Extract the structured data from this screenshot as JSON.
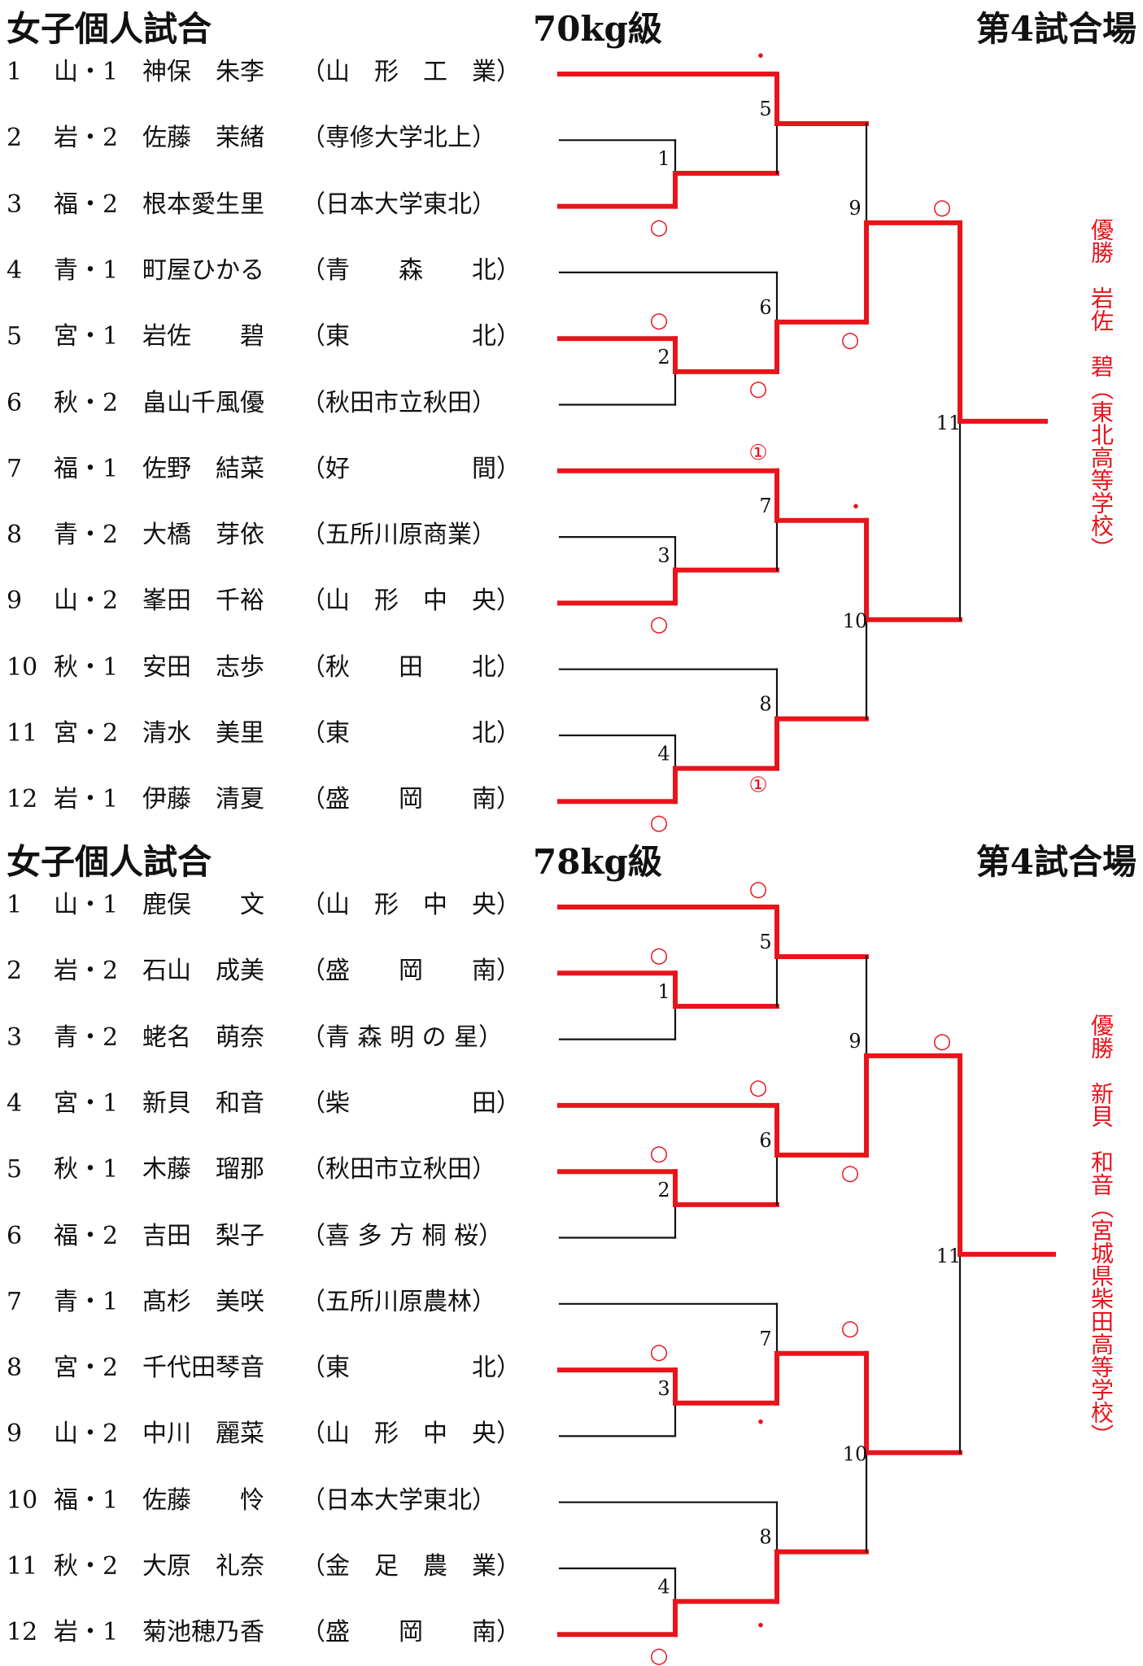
{
  "colors": {
    "winner": "#e8141b",
    "line": "#111111"
  },
  "sections": [
    {
      "title": "女子個人試合",
      "weight": "70kg級",
      "venue": "第4試合場",
      "players": [
        {
          "num": "1",
          "pref": "山・1",
          "name": "神保　朱李",
          "school": "（山　形　工　業）"
        },
        {
          "num": "2",
          "pref": "岩・2",
          "name": "佐藤　茉緒",
          "school": "（専修大学北上）"
        },
        {
          "num": "3",
          "pref": "福・2",
          "name": "根本愛生里",
          "school": "（日本大学東北）"
        },
        {
          "num": "4",
          "pref": "青・1",
          "name": "町屋ひかる",
          "school": "（青　　森　　北）"
        },
        {
          "num": "5",
          "pref": "宮・1",
          "name": "岩佐　　碧",
          "school": "（東　　　　　北）"
        },
        {
          "num": "6",
          "pref": "秋・2",
          "name": "畠山千風優",
          "school": "（秋田市立秋田）"
        },
        {
          "num": "7",
          "pref": "福・1",
          "name": "佐野　結菜",
          "school": "（好　　　　　間）"
        },
        {
          "num": "8",
          "pref": "青・2",
          "name": "大橋　芽依",
          "school": "（五所川原商業）"
        },
        {
          "num": "9",
          "pref": "山・2",
          "name": "峯田　千裕",
          "school": "（山　形　中　央）"
        },
        {
          "num": "10",
          "pref": "秋・1",
          "name": "安田　志歩",
          "school": "（秋　　田　　北）"
        },
        {
          "num": "11",
          "pref": "宮・2",
          "name": "清水　美里",
          "school": "（東　　　　　北）"
        },
        {
          "num": "12",
          "pref": "岩・1",
          "name": "伊藤　清夏",
          "school": "（盛　　岡　　南）"
        }
      ],
      "champion": "優勝　岩佐　碧（東北高等学校）",
      "match_numbers": [
        "1",
        "2",
        "3",
        "4",
        "5",
        "6",
        "7",
        "8",
        "9",
        "10",
        "11"
      ],
      "marks": [
        "○",
        "○",
        "○",
        "○",
        "○",
        "①",
        "○",
        "○",
        "○",
        "○",
        "①",
        "・",
        "・"
      ]
    },
    {
      "title": "女子個人試合",
      "weight": "78kg級",
      "venue": "第4試合場",
      "players": [
        {
          "num": "1",
          "pref": "山・1",
          "name": "鹿俣　　文",
          "school": "（山　形　中　央）"
        },
        {
          "num": "2",
          "pref": "岩・2",
          "name": "石山　成美",
          "school": "（盛　　岡　　南）"
        },
        {
          "num": "3",
          "pref": "青・2",
          "name": "蛯名　萌奈",
          "school": "（青 森 明 の 星）"
        },
        {
          "num": "4",
          "pref": "宮・1",
          "name": "新貝　和音",
          "school": "（柴　　　　　田）"
        },
        {
          "num": "5",
          "pref": "秋・1",
          "name": "木藤　瑠那",
          "school": "（秋田市立秋田）"
        },
        {
          "num": "6",
          "pref": "福・2",
          "name": "吉田　梨子",
          "school": "（喜 多 方 桐 桜）"
        },
        {
          "num": "7",
          "pref": "青・1",
          "name": "髙杉　美咲",
          "school": "（五所川原農林）"
        },
        {
          "num": "8",
          "pref": "宮・2",
          "name": "千代田琴音",
          "school": "（東　　　　　北）"
        },
        {
          "num": "9",
          "pref": "山・2",
          "name": "中川　麗菜",
          "school": "（山　形　中　央）"
        },
        {
          "num": "10",
          "pref": "福・1",
          "name": "佐藤　　怜",
          "school": "（日本大学東北）"
        },
        {
          "num": "11",
          "pref": "秋・2",
          "name": "大原　礼奈",
          "school": "（金　足　農　業）"
        },
        {
          "num": "12",
          "pref": "岩・1",
          "name": "菊池穂乃香",
          "school": "（盛　　岡　　南）"
        }
      ],
      "champion": "優勝　新貝　和音（宮城県柴田高等学校）",
      "match_numbers": [
        "1",
        "2",
        "3",
        "4",
        "5",
        "6",
        "7",
        "8",
        "9",
        "10",
        "11"
      ],
      "marks": [
        "○",
        "○",
        "○",
        "○",
        "○",
        "○",
        "○",
        "○",
        "○",
        "○",
        "○",
        "・",
        "・",
        "・"
      ]
    }
  ]
}
